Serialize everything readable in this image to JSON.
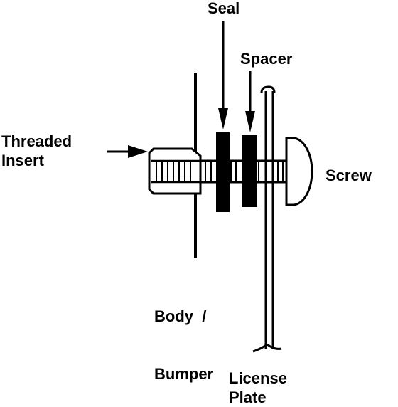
{
  "labels": {
    "seal": "Seal",
    "spacer": "Spacer",
    "threaded_insert": [
      "Threaded",
      "Insert"
    ],
    "screw": "Screw",
    "body_bumper": [
      "Body  /",
      "Bumper"
    ],
    "license_plate": [
      "License",
      "Plate"
    ]
  },
  "colors": {
    "ink": "#000000",
    "paper": "#ffffff"
  }
}
